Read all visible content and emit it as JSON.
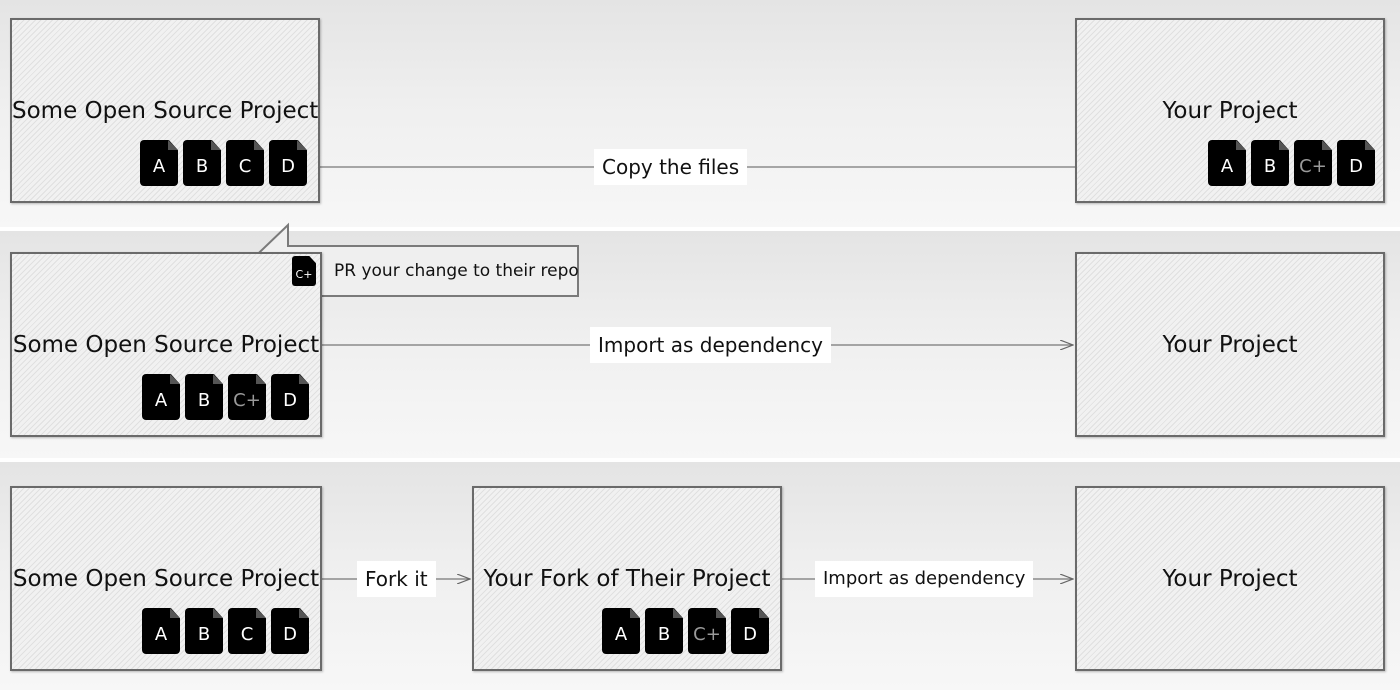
{
  "row1": {
    "source_title": "Some Open Source Project",
    "source_files": [
      "A",
      "B",
      "C",
      "D"
    ],
    "edge_label": "Copy the files",
    "target_title": "Your Project",
    "target_files": [
      "A",
      "B",
      "C+",
      "D"
    ]
  },
  "row2": {
    "source_title": "Some Open Source Project",
    "source_files": [
      "A",
      "B",
      "C+",
      "D"
    ],
    "pr_file": "C+",
    "pr_label": "PR your change to their repo",
    "edge_label": "Import as dependency",
    "target_title": "Your Project"
  },
  "row3": {
    "source_title": "Some Open Source Project",
    "source_files": [
      "A",
      "B",
      "C",
      "D"
    ],
    "fork_label": "Fork it",
    "fork_title": "Your Fork of Their Project",
    "fork_files": [
      "A",
      "B",
      "C+",
      "D"
    ],
    "edge_label": "Import as dependency",
    "target_title": "Your Project"
  },
  "colors": {
    "file": "#000000",
    "modified_file_text": "#9a9a9a",
    "box_border": "#6a6a6a"
  }
}
